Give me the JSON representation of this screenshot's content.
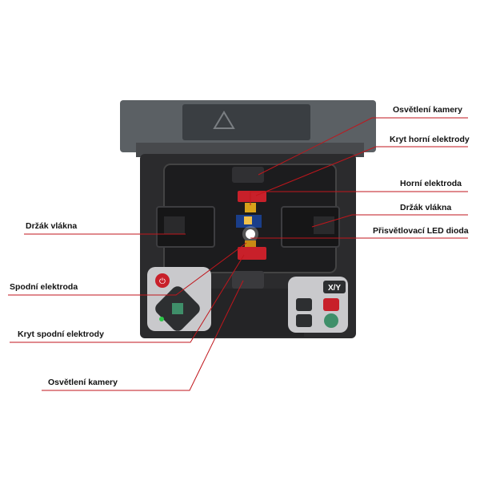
{
  "diagram": {
    "colors": {
      "leader_line": "#c0161c",
      "device_body": "#2a2a2a",
      "lid": "#555a5e",
      "accent_red": "#c8202a",
      "keypad": "#c9c9cc",
      "led": "#ffffff"
    },
    "labels": {
      "camera_light_top": "Osvětlení kamery",
      "top_electrode_cover": "Kryt horní elektrody",
      "top_electrode": "Horní elektroda",
      "fiber_holder_right": "Držák vlákna",
      "fiber_holder_left": "Držák vlákna",
      "led_backlight": "Přisvětlovací LED dioda",
      "bottom_electrode": "Spodní elektroda",
      "bottom_electrode_cover": "Kryt spodní elektrody",
      "camera_light_bottom": "Osvětlení kamery"
    },
    "keypad": {
      "xy_label": "X/Y"
    }
  }
}
